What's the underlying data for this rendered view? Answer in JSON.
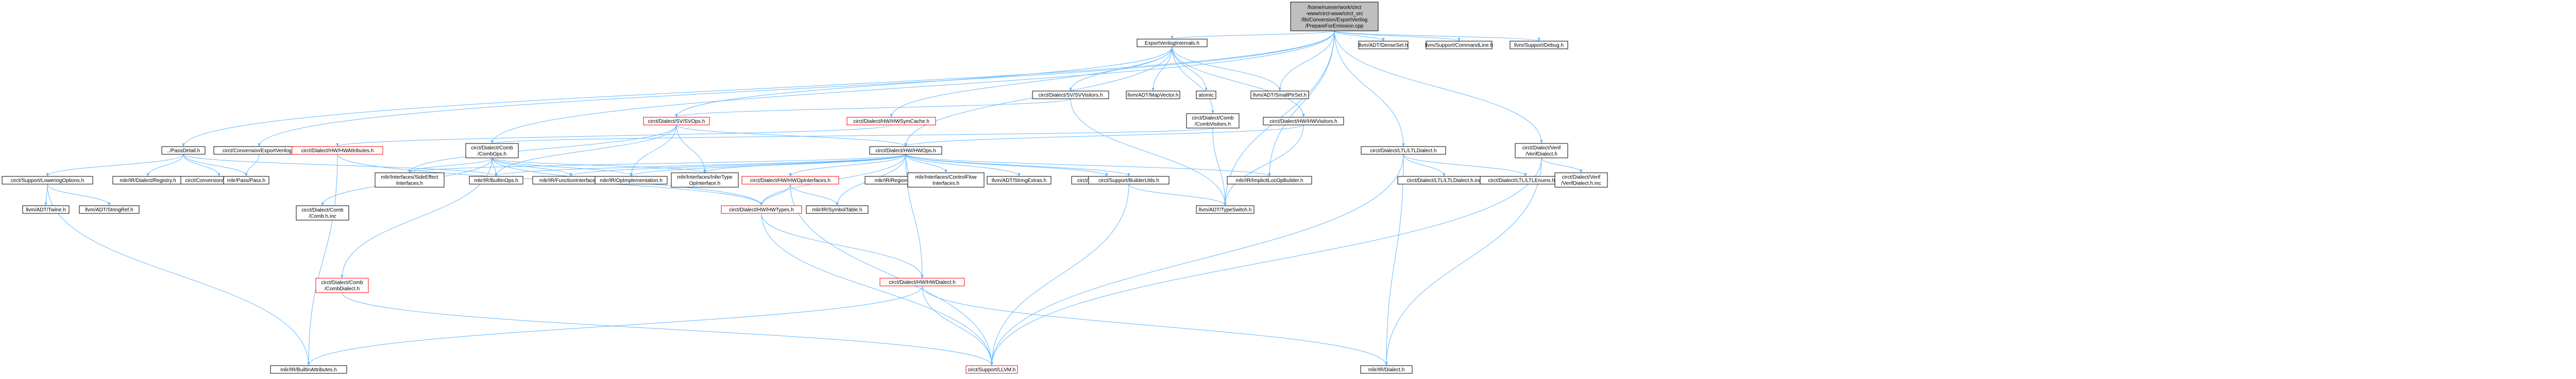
{
  "colors": {
    "edge": "#63B8FF",
    "node_border": "#000000",
    "node_fill": "#ffffff",
    "root_fill": "#bfbfbf",
    "incomplete_border": "#ff0000",
    "text": "#000000"
  },
  "nodes": [
    {
      "id": "root",
      "lines": [
        "/home/runner/work/circt",
        "-www/circt-www/circt_src",
        "/lib/Conversion/ExportVerilog",
        "/PrepareForEmission.cpp"
      ],
      "style": "root"
    },
    {
      "id": "exportinternals",
      "lines": [
        "ExportVerilogInternals.h"
      ],
      "style": "normal"
    },
    {
      "id": "densemap",
      "lines": [
        "llvm/ADT/DenseSet.h"
      ],
      "style": "normal"
    },
    {
      "id": "cmdline",
      "lines": [
        "llvm/Support/CommandLine.h"
      ],
      "style": "normal"
    },
    {
      "id": "debug",
      "lines": [
        "llvm/Support/Debug.h"
      ],
      "style": "normal"
    },
    {
      "id": "svvisitors",
      "lines": [
        "circt/Dialect/SV/SVVisitors.h"
      ],
      "style": "normal"
    },
    {
      "id": "mapvector",
      "lines": [
        "llvm/ADT/MapVector.h"
      ],
      "style": "normal"
    },
    {
      "id": "atomic",
      "lines": [
        "atomic"
      ],
      "style": "normal"
    },
    {
      "id": "smallptrset",
      "lines": [
        "llvm/ADT/SmallPtrSet.h"
      ],
      "style": "normal"
    },
    {
      "id": "hwsymcache",
      "lines": [
        "circt/Dialect/HW/HWSymCache.h"
      ],
      "style": "incomplete"
    },
    {
      "id": "svops",
      "lines": [
        "circt/Dialect/SV/SVOps.h"
      ],
      "style": "incomplete"
    },
    {
      "id": "combvisitors",
      "lines": [
        "circt/Dialect/Comb",
        "/CombVisitors.h"
      ],
      "style": "normal"
    },
    {
      "id": "hwvisitors",
      "lines": [
        "circt/Dialect/HW/HWVisitors.h"
      ],
      "style": "normal"
    },
    {
      "id": "passdetail",
      "lines": [
        "../PassDetail.h"
      ],
      "style": "normal"
    },
    {
      "id": "exportverilog",
      "lines": [
        "circt/Conversion/ExportVerilog.h"
      ],
      "style": "normal"
    },
    {
      "id": "hwattributes",
      "lines": [
        "circt/Dialect/HW/HWAttributes.h"
      ],
      "style": "incomplete"
    },
    {
      "id": "combops",
      "lines": [
        "circt/Dialect/Comb",
        "/CombOps.h"
      ],
      "style": "normal"
    },
    {
      "id": "hwops",
      "lines": [
        "circt/Dialect/HW/HWOps.h"
      ],
      "style": "normal"
    },
    {
      "id": "ltldialect",
      "lines": [
        "circt/Dialect/LTL/LTLDialect.h"
      ],
      "style": "normal"
    },
    {
      "id": "verifdialect",
      "lines": [
        "circt/Dialect/Verif",
        "/VerifDialect.h"
      ],
      "style": "normal"
    },
    {
      "id": "loweringoptions",
      "lines": [
        "circt/Support/LoweringOptions.h"
      ],
      "style": "normal"
    },
    {
      "id": "dialectregistry",
      "lines": [
        "mlir/IR/Dialect/Registry.h"
      ],
      "style": "normal"
    },
    {
      "id": "conversionpasses",
      "lines": [
        "circt/Conversion/Passes.h.inc"
      ],
      "style": "normal"
    },
    {
      "id": "mlirpass",
      "lines": [
        "mlir/Pass/Pass.h"
      ],
      "style": "normal"
    },
    {
      "id": "builtinops",
      "lines": [
        "mlir/IR/BuiltinOps.h"
      ],
      "style": "normal"
    },
    {
      "id": "sideeffect",
      "lines": [
        "mlir/Interfaces/SideEffect",
        "Interfaces.h"
      ],
      "style": "normal"
    },
    {
      "id": "functioninterfaces",
      "lines": [
        "mlir/IR/FunctionInterfaces.h"
      ],
      "style": "normal"
    },
    {
      "id": "opimplementation",
      "lines": [
        "mlir/IR/OpImplementation.h"
      ],
      "style": "normal"
    },
    {
      "id": "infertype",
      "lines": [
        "mlir/Interfaces/InferType",
        "OpInterface.h"
      ],
      "style": "normal"
    },
    {
      "id": "hwopinterfaces",
      "lines": [
        "circt/Dialect/HW/HWOpInterfaces.h"
      ],
      "style": "incomplete"
    },
    {
      "id": "regionkind",
      "lines": [
        "mlir/IR/RegionKindInterface.h"
      ],
      "style": "normal"
    },
    {
      "id": "controlflow",
      "lines": [
        "mlir/Interfaces/ControlFlow",
        "Interfaces.h"
      ],
      "style": "normal"
    },
    {
      "id": "stringextras",
      "lines": [
        "llvm/ADT/StringExtras.h"
      ],
      "style": "normal"
    },
    {
      "id": "hwhinc",
      "lines": [
        "circt/Dialect/HW/HW.h.inc"
      ],
      "style": "normal"
    },
    {
      "id": "builderutils",
      "lines": [
        "circt/Support/BuilderUtils.h"
      ],
      "style": "normal"
    },
    {
      "id": "implicitlocbuilder",
      "lines": [
        "mlir/IR/ImplicitLocOpBuilder.h"
      ],
      "style": "normal"
    },
    {
      "id": "ltldialectinc",
      "lines": [
        "circt/Dialect/LTL/LTLDialect.h.inc"
      ],
      "style": "normal"
    },
    {
      "id": "ltlenums",
      "lines": [
        "circt/Dialect/LTL/LTLEnums.h.inc"
      ],
      "style": "normal"
    },
    {
      "id": "verifdialectinc",
      "lines": [
        "circt/Dialect/Verif",
        "/VerifDialect.h.inc"
      ],
      "style": "normal"
    },
    {
      "id": "llvmtwine",
      "lines": [
        "llvm/ADT/Twine.h"
      ],
      "style": "normal"
    },
    {
      "id": "stringref",
      "lines": [
        "llvm/ADT/StringRef.h"
      ],
      "style": "normal"
    },
    {
      "id": "combhinc",
      "lines": [
        "circt/Dialect/Comb",
        "/Comb.h.inc"
      ],
      "style": "normal"
    },
    {
      "id": "hwtypes",
      "lines": [
        "circt/Dialect/HW/HWTypes.h"
      ],
      "style": "incomplete"
    },
    {
      "id": "symboltable",
      "lines": [
        "mlir/IR/SymbolTable.h"
      ],
      "style": "normal"
    },
    {
      "id": "typeswitch",
      "lines": [
        "llvm/ADT/TypeSwitch.h"
      ],
      "style": "normal"
    },
    {
      "id": "combdialect",
      "lines": [
        "circt/Dialect/Comb",
        "/CombDialect.h"
      ],
      "style": "incomplete"
    },
    {
      "id": "hwdialect",
      "lines": [
        "circt/Dialect/HW/HWDialect.h"
      ],
      "style": "incomplete"
    },
    {
      "id": "builtinattributes",
      "lines": [
        "mlir/IR/BuiltinAttributes.h"
      ],
      "style": "normal"
    },
    {
      "id": "circtllvm",
      "lines": [
        "circt/Support/LLVM.h"
      ],
      "style": "incomplete"
    },
    {
      "id": "mlirdialect",
      "lines": [
        "mlir/IR/Dialect.h"
      ],
      "style": "normal"
    }
  ],
  "edges": [
    [
      "root",
      "exportinternals"
    ],
    [
      "root",
      "densemap"
    ],
    [
      "root",
      "cmdline"
    ],
    [
      "root",
      "debug"
    ],
    [
      "root",
      "passdetail"
    ],
    [
      "root",
      "exportverilog"
    ],
    [
      "root",
      "combops"
    ],
    [
      "root",
      "ltldialect"
    ],
    [
      "root",
      "verifdialect"
    ],
    [
      "root",
      "smallptrset"
    ],
    [
      "root",
      "typeswitch"
    ],
    [
      "root",
      "implicitlocbuilder"
    ],
    [
      "exportinternals",
      "svvisitors"
    ],
    [
      "exportinternals",
      "mapvector"
    ],
    [
      "exportinternals",
      "atomic"
    ],
    [
      "exportinternals",
      "smallptrset"
    ],
    [
      "exportinternals",
      "hwsymcache"
    ],
    [
      "exportinternals",
      "combvisitors"
    ],
    [
      "exportinternals",
      "hwvisitors"
    ],
    [
      "exportinternals",
      "svops"
    ],
    [
      "exportinternals",
      "hwops"
    ],
    [
      "svvisitors",
      "svops"
    ],
    [
      "svvisitors",
      "typeswitch"
    ],
    [
      "hwsymcache",
      "hwattributes"
    ],
    [
      "svops",
      "hwops"
    ],
    [
      "svops",
      "builtinops"
    ],
    [
      "svops",
      "sideeffect"
    ],
    [
      "svops",
      "opimplementation"
    ],
    [
      "svops",
      "infertype"
    ],
    [
      "combvisitors",
      "combops"
    ],
    [
      "combvisitors",
      "typeswitch"
    ],
    [
      "hwvisitors",
      "hwops"
    ],
    [
      "hwvisitors",
      "typeswitch"
    ],
    [
      "passdetail",
      "loweringoptions"
    ],
    [
      "passdetail",
      "dialectregistry"
    ],
    [
      "passdetail",
      "conversionpasses"
    ],
    [
      "passdetail",
      "mlirpass"
    ],
    [
      "passdetail",
      "builtinops"
    ],
    [
      "exportverilog",
      "mlirpass"
    ],
    [
      "hwattributes",
      "builtinattributes"
    ],
    [
      "hwattributes",
      "hwtypes"
    ],
    [
      "combops",
      "combhinc"
    ],
    [
      "combops",
      "combdialect"
    ],
    [
      "combops",
      "builtinops"
    ],
    [
      "combops",
      "sideeffect"
    ],
    [
      "combops",
      "functioninterfaces"
    ],
    [
      "combops",
      "opimplementation"
    ],
    [
      "combops",
      "infertype"
    ],
    [
      "combops",
      "hwtypes"
    ],
    [
      "hwops",
      "builtinops"
    ],
    [
      "hwops",
      "sideeffect"
    ],
    [
      "hwops",
      "functioninterfaces"
    ],
    [
      "hwops",
      "opimplementation"
    ],
    [
      "hwops",
      "infertype"
    ],
    [
      "hwops",
      "hwopinterfaces"
    ],
    [
      "hwops",
      "regionkind"
    ],
    [
      "hwops",
      "controlflow"
    ],
    [
      "hwops",
      "stringextras"
    ],
    [
      "hwops",
      "hwhinc"
    ],
    [
      "hwops",
      "builderutils"
    ],
    [
      "hwops",
      "implicitlocbuilder"
    ],
    [
      "hwops",
      "hwtypes"
    ],
    [
      "hwops",
      "symboltable"
    ],
    [
      "hwops",
      "hwdialect"
    ],
    [
      "ltldialect",
      "ltldialectinc"
    ],
    [
      "ltldialect",
      "ltlenums"
    ],
    [
      "ltldialect",
      "mlirdialect"
    ],
    [
      "ltldialect",
      "circtllvm"
    ],
    [
      "verifdialect",
      "verifdialectinc"
    ],
    [
      "verifdialect",
      "mlirdialect"
    ],
    [
      "verifdialect",
      "circtllvm"
    ],
    [
      "loweringoptions",
      "llvmtwine"
    ],
    [
      "loweringoptions",
      "stringref"
    ],
    [
      "loweringoptions",
      "builtinattributes"
    ],
    [
      "hwopinterfaces",
      "hwtypes"
    ],
    [
      "hwopinterfaces",
      "symboltable"
    ],
    [
      "hwopinterfaces",
      "circtllvm"
    ],
    [
      "builderutils",
      "typeswitch"
    ],
    [
      "builderutils",
      "circtllvm"
    ],
    [
      "hwtypes",
      "hwdialect"
    ],
    [
      "hwtypes",
      "circtllvm"
    ],
    [
      "combdialect",
      "circtllvm"
    ],
    [
      "hwdialect",
      "builtinattributes"
    ],
    [
      "hwdialect",
      "mlirdialect"
    ],
    [
      "hwdialect",
      "circtllvm"
    ]
  ]
}
